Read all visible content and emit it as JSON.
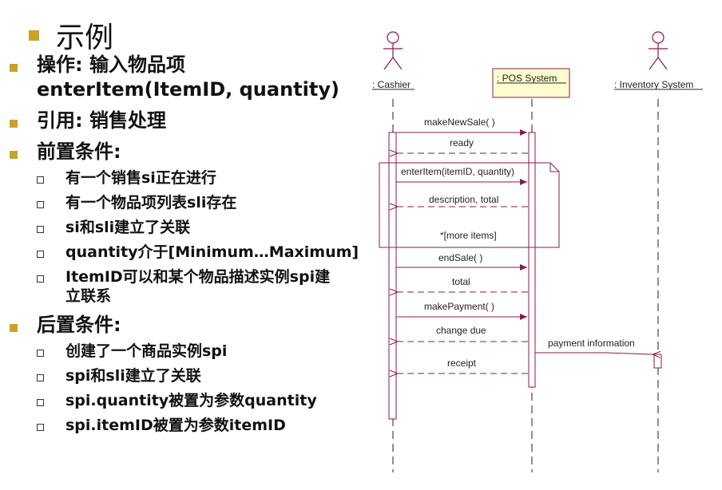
{
  "title": "示例",
  "left": {
    "operation_label": "操作: 输入物品项",
    "operation_sig": "enterItem(ItemID, quantity)",
    "reference": "引用: 销售处理",
    "pre_heading": "前置条件:",
    "pre_items": [
      "有一个销售si正在进行",
      "有一个物品项列表sli存在",
      "si和sli建立了关联",
      "quantity介于[Minimum…Maximum]",
      "ItemID可以和某个物品描述实例spi建",
      "立联系"
    ],
    "post_heading": "后置条件:",
    "post_items": [
      "创建了一个商品实例spi",
      "spi和sli建立了关联",
      "spi.quantity被置为参数quantity",
      "spi.itemID被置为参数itemID"
    ]
  },
  "diagram": {
    "actors": [
      ": Cashier",
      ": POS System",
      ": Inventory System"
    ],
    "messages": [
      "makeNewSale( )",
      "ready",
      "enterItem(itemID, quantity)",
      "description, total",
      "*[more items]",
      "endSale( )",
      "total",
      "makePayment( )",
      "change due",
      "payment information",
      "receipt"
    ],
    "colors": {
      "message": "#8b1a4a",
      "actor_box": "#fffdd0",
      "bullet": "#c9a227"
    }
  }
}
